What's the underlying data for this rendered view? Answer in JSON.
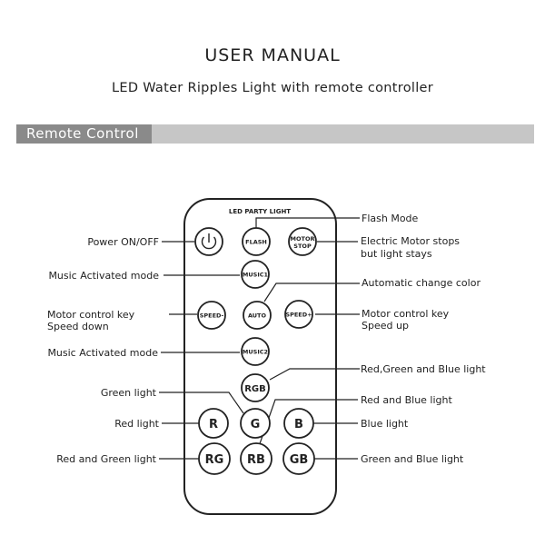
{
  "header": {
    "title": "USER MANUAL",
    "subtitle": "LED Water Ripples Light with remote controller"
  },
  "section": {
    "label": "Remote Control"
  },
  "remote": {
    "title": "LED PARTY LIGHT",
    "buttons": {
      "flash": "FLASH",
      "motor_stop_line1": "MOTOR",
      "motor_stop_line2": "STOP",
      "music1": "MUSIC1",
      "speed_down": "SPEED-",
      "auto": "AUTO",
      "speed_up": "SPEED+",
      "music2": "MUSIC2",
      "rgb": "RGB",
      "r": "R",
      "g": "G",
      "b": "B",
      "rg": "RG",
      "rb": "RB",
      "gb": "GB"
    }
  },
  "callouts": {
    "flash_mode": "Flash Mode",
    "power": "Power ON/OFF",
    "motor_stop_line1": "Electric Motor stops",
    "motor_stop_line2": "but light stays",
    "music1": "Music Activated mode",
    "auto": "Automatic change color",
    "speed_down_line1": "Motor control key",
    "speed_down_line2": "Speed down",
    "speed_up_line1": "Motor control key",
    "speed_up_line2": "Speed up",
    "music2": "Music Activated mode",
    "rgb": "Red,Green and Blue light",
    "green": "Green light",
    "rb": "Red and Blue light",
    "red": "Red light",
    "blue": "Blue light",
    "rg": "Red and Green light",
    "gb": "Green and Blue light"
  }
}
